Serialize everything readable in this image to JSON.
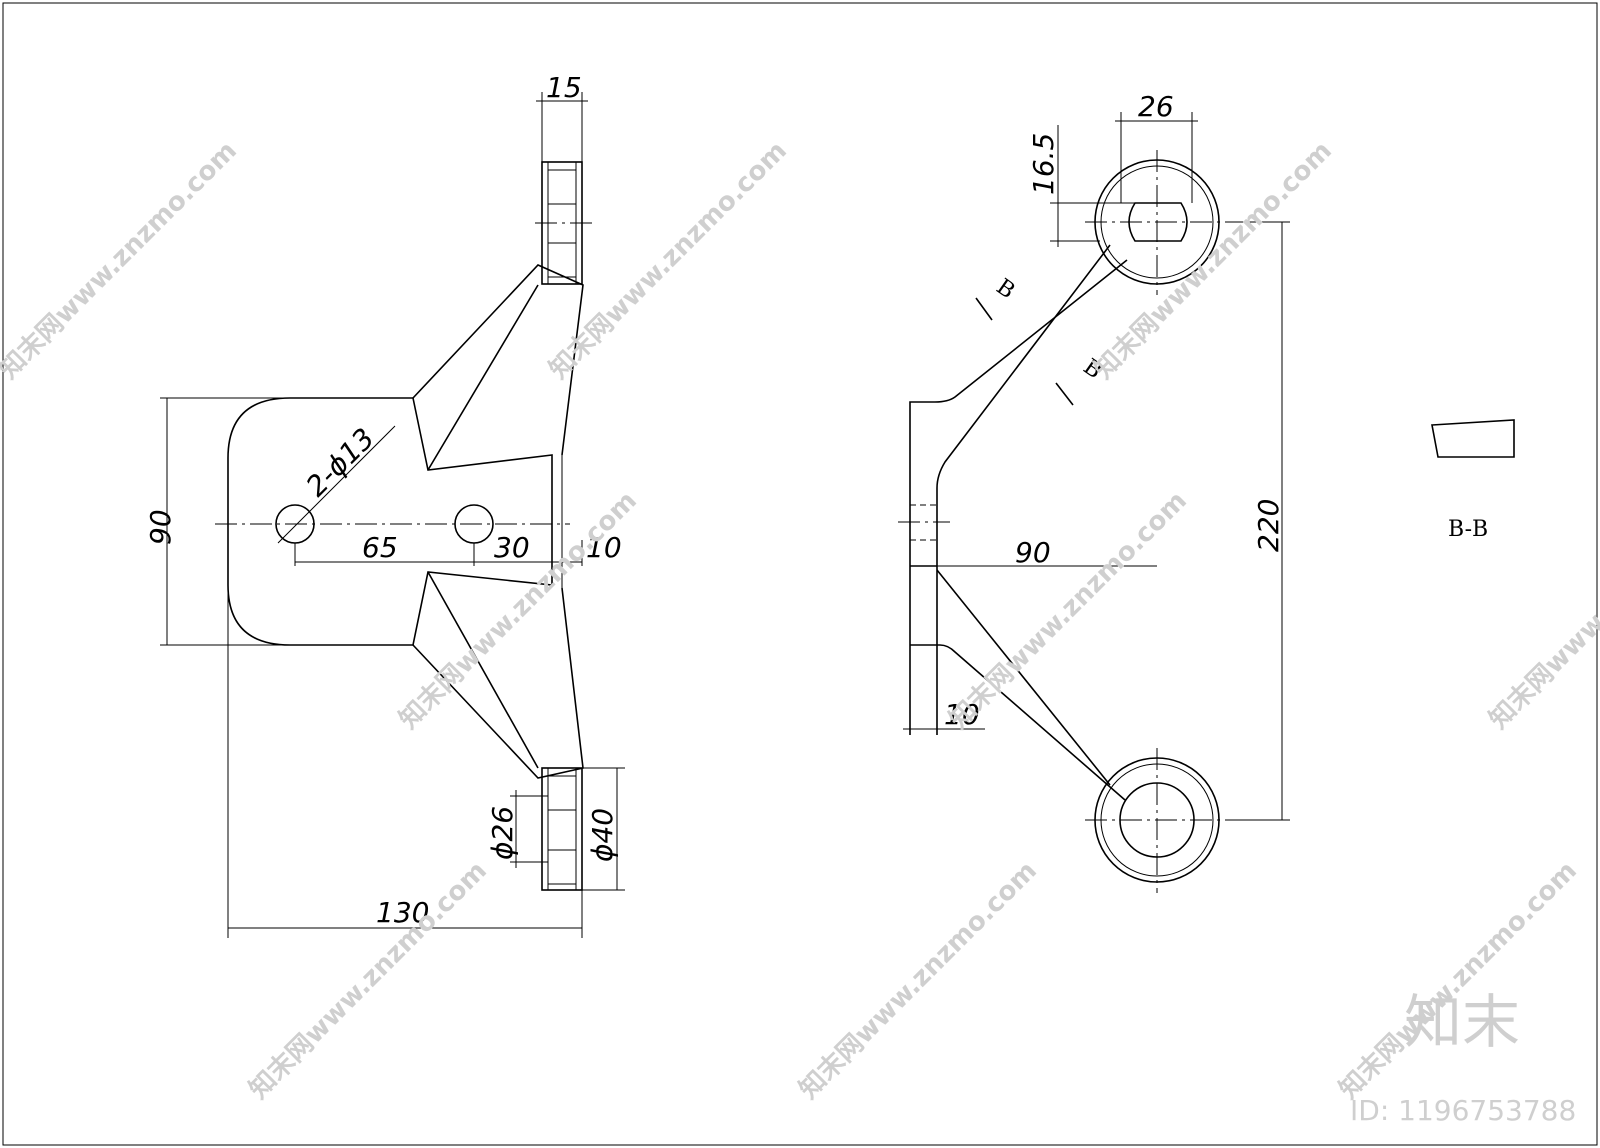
{
  "dimensions": {
    "d15": "15",
    "d2phi13": "2-ϕ13",
    "d90_left": "90",
    "d65": "65",
    "d30": "30",
    "d10_left": "10",
    "d130": "130",
    "dphi26": "ϕ26",
    "dphi40": "ϕ40",
    "d26": "26",
    "d16_5": "16.5",
    "d220": "220",
    "d90_right": "90",
    "d10_right": "10"
  },
  "section": {
    "cut_mark_1": "B",
    "cut_mark_2": "B",
    "title": "B-B"
  },
  "watermark": {
    "site": "知末网www.znzmo.com",
    "brand": "知末",
    "id": "ID: 1196753788"
  },
  "colors": {
    "line": "#000000",
    "watermark": "#cfcfcf",
    "background": "#ffffff"
  }
}
